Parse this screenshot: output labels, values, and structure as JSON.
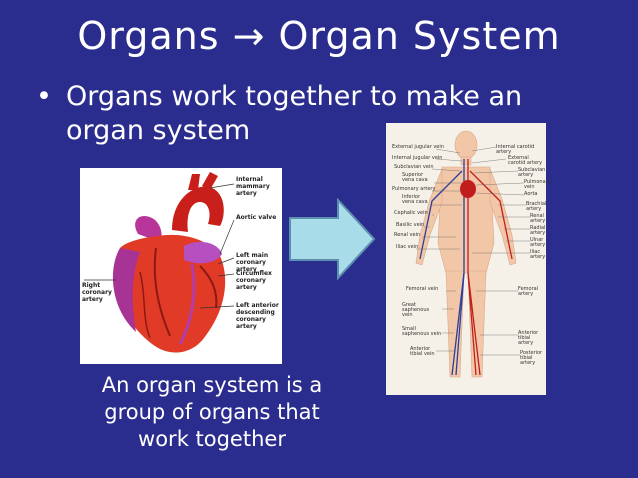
{
  "slide": {
    "title": "Organs → Organ System",
    "bullet": "Organs work together to make an organ system",
    "caption": "An organ system is a group of organs that work together",
    "background": "#2b2d8e"
  },
  "heart_labels": {
    "internal_mammary": "Internal mammary artery",
    "aortic_valve": "Aortic valve",
    "left_main": "Left main coronary artery",
    "circumflex": "Circumflex coronary artery",
    "right_coronary": "Right coronary artery",
    "left_anterior": "Left anterior descending coronary artery"
  },
  "body_labels": {
    "external_jugular": "External jugular vein",
    "internal_jugular": "Internal jugular vein",
    "subclavian_vein": "Subclavian vein",
    "superior_vena_cava": "Superior vena cava",
    "pulmonary_artery": "Pulmonary artery",
    "inferior_vena_cava": "Inferior vena cava",
    "cephalic": "Cephalic vein",
    "basilic": "Basilic vein",
    "renal_vein": "Renal vein",
    "iliac_vein": "Iliac vein",
    "femoral_vein": "Femoral vein",
    "great_saphenous": "Great saphenous vein",
    "small_saphenous": "Small saphenous vein",
    "anterior_tibial_vein": "Anterior tibial vein",
    "internal_carotid": "Internal carotid artery",
    "external_carotid": "External carotid artery",
    "subclavian_artery": "Subclavian artery",
    "pulmonary_vein": "Pulmonary vein",
    "aorta": "Aorta",
    "brachial": "Brachial artery",
    "renal_artery": "Renal artery",
    "radial": "Radial artery",
    "ulnar": "Ulnar artery",
    "iliac_artery": "Iliac artery",
    "femoral_artery": "Femoral artery",
    "anterior_tibial_artery": "Anterior tibial artery",
    "posterior_tibial": "Posterior tibial artery"
  }
}
